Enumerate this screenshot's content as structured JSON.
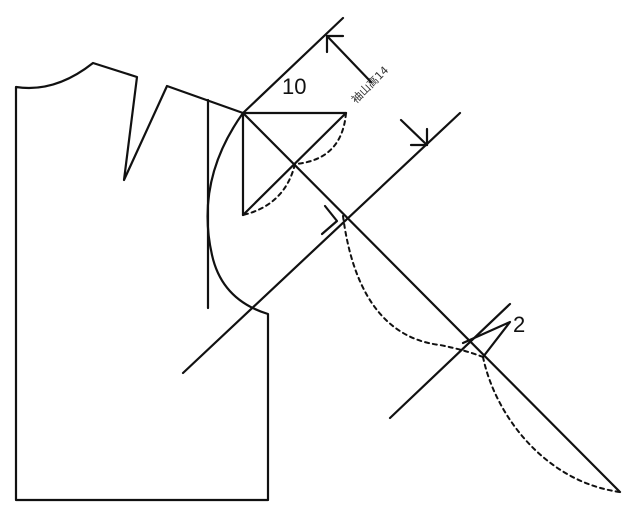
{
  "labels": {
    "width_mark": "10",
    "sleeve_cap_height": "袖山高14",
    "offset_mark": "2"
  },
  "colors": {
    "line": "#111111",
    "background": "#ffffff"
  }
}
